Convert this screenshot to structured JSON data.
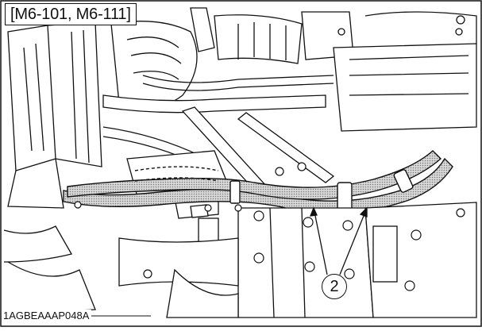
{
  "figure": {
    "model_label": "[M6-101, M6-111]",
    "figure_code": "1AGBEAAAP048A",
    "callout_number": "2"
  },
  "colors": {
    "line": "#111111",
    "hose_fill": "#b8b8b8",
    "background": "#ffffff"
  }
}
